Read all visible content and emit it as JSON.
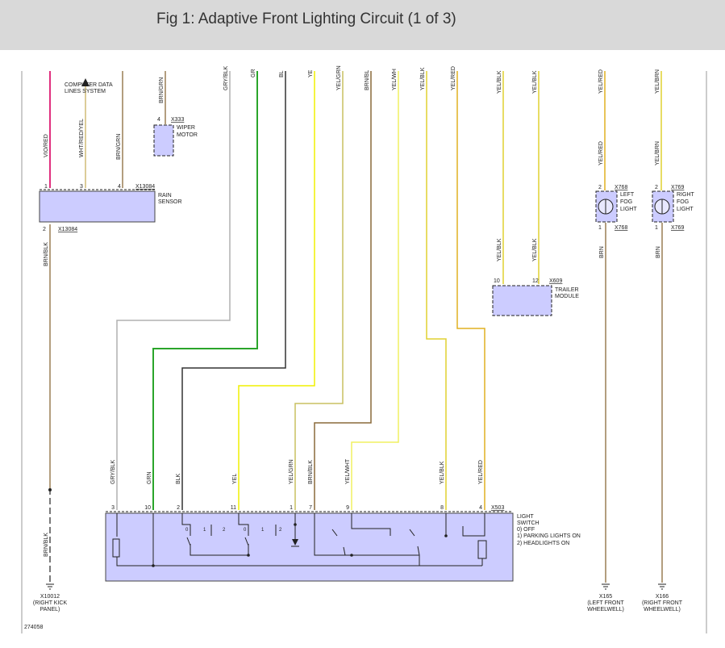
{
  "title": "Fig 1: Adaptive Front Lighting Circuit (1 of 3)",
  "colors": {
    "header_bg": "#d9d9d9",
    "component_fill": "#ccccff",
    "pink": "#e0307f",
    "green": "#2aa52a",
    "black": "#333333",
    "gray": "#b0b0b0",
    "yellow": "#f0f000",
    "brown": "#8a6a3a",
    "tan": "#c8b060",
    "olive": "#c8c060",
    "orange": "#e0b020"
  },
  "top_wires": {
    "vio_red": "VIO/RED",
    "wht_red_yel": "WHT/RED/YEL",
    "brn_grn_top": "BRN/GRN",
    "brn_grn": "BRN/GRN",
    "gry_blk": "GRY/BLK",
    "gr": "GR",
    "bl": "BL",
    "ye": "YE",
    "yel_grn": "YEL/GRN",
    "brn_bl": "BRN/BL",
    "yel_wh": "YEL/WH",
    "yel_blk": "YEL/BLK",
    "yel_red": "YEL/RED",
    "yel_blk_t1": "YEL/BLK",
    "yel_blk_t2": "YEL/BLK",
    "yel_red_f": "YEL/RED",
    "yel_brn_f": "YEL/BRN"
  },
  "computer_data": {
    "line1": "COMPUTER DATA",
    "line2": "LINES SYSTEM"
  },
  "wiper": {
    "pin": "4",
    "connector": "X333",
    "line1": "WIPER",
    "line2": "MOTOR"
  },
  "rain_sensor": {
    "pin1": "1",
    "pin3": "3",
    "pin4": "4",
    "connector": "X13084",
    "line1": "RAIN",
    "line2": "SENSOR",
    "pin2": "2",
    "connector_bottom": "X13084",
    "wire_out": "BRN/BLK"
  },
  "left_fog": {
    "pin_top": "2",
    "connector_top": "X768",
    "line1": "LEFT",
    "line2": "FOG",
    "line3": "LIGHT",
    "pin_bottom": "1",
    "connector_bottom": "X768",
    "wire_in": "YEL/RED",
    "wire_out": "BRN"
  },
  "right_fog": {
    "pin_top": "2",
    "connector_top": "X769",
    "line1": "RIGHT",
    "line2": "FOG",
    "line3": "LIGHT",
    "pin_bottom": "1",
    "connector_bottom": "X769",
    "wire_in": "YEL/BRN",
    "wire_out": "BRN"
  },
  "trailer": {
    "pin10": "10",
    "pin12": "12",
    "connector": "X609",
    "line1": "TRAILER",
    "line2": "MODULE",
    "wire1": "YEL/BLK",
    "wire2": "YEL/BLK"
  },
  "light_switch": {
    "wires": [
      "GRY/BLK",
      "GRN",
      "BLK",
      "YEL",
      "YEL/GRN",
      "BRN/BLK",
      "YEL/WHT",
      "YEL/BLK",
      "YEL/RED"
    ],
    "pins": [
      "3",
      "10",
      "2",
      "11",
      "1",
      "7",
      "9",
      "8",
      "4"
    ],
    "connector": "X503",
    "line1": "LIGHT",
    "line2": "SWITCH",
    "line3": "0) OFF",
    "line4": "1) PARKING LIGHTS ON",
    "line5": "2) HEADLIGHTS ON",
    "pos0": "0",
    "pos1": "1",
    "pos2": "2"
  },
  "grounds": {
    "left": {
      "id": "X10012",
      "line1": "(RIGHT KICK",
      "line2": "PANEL)",
      "wire": "BRN/BLK"
    },
    "fog_left": {
      "id": "X165",
      "line1": "(LEFT FRONT",
      "line2": "WHEELWELL)"
    },
    "fog_right": {
      "id": "X166",
      "line1": "(RIGHT FRONT",
      "line2": "WHEELWELL)"
    }
  },
  "ref_number": "274058"
}
